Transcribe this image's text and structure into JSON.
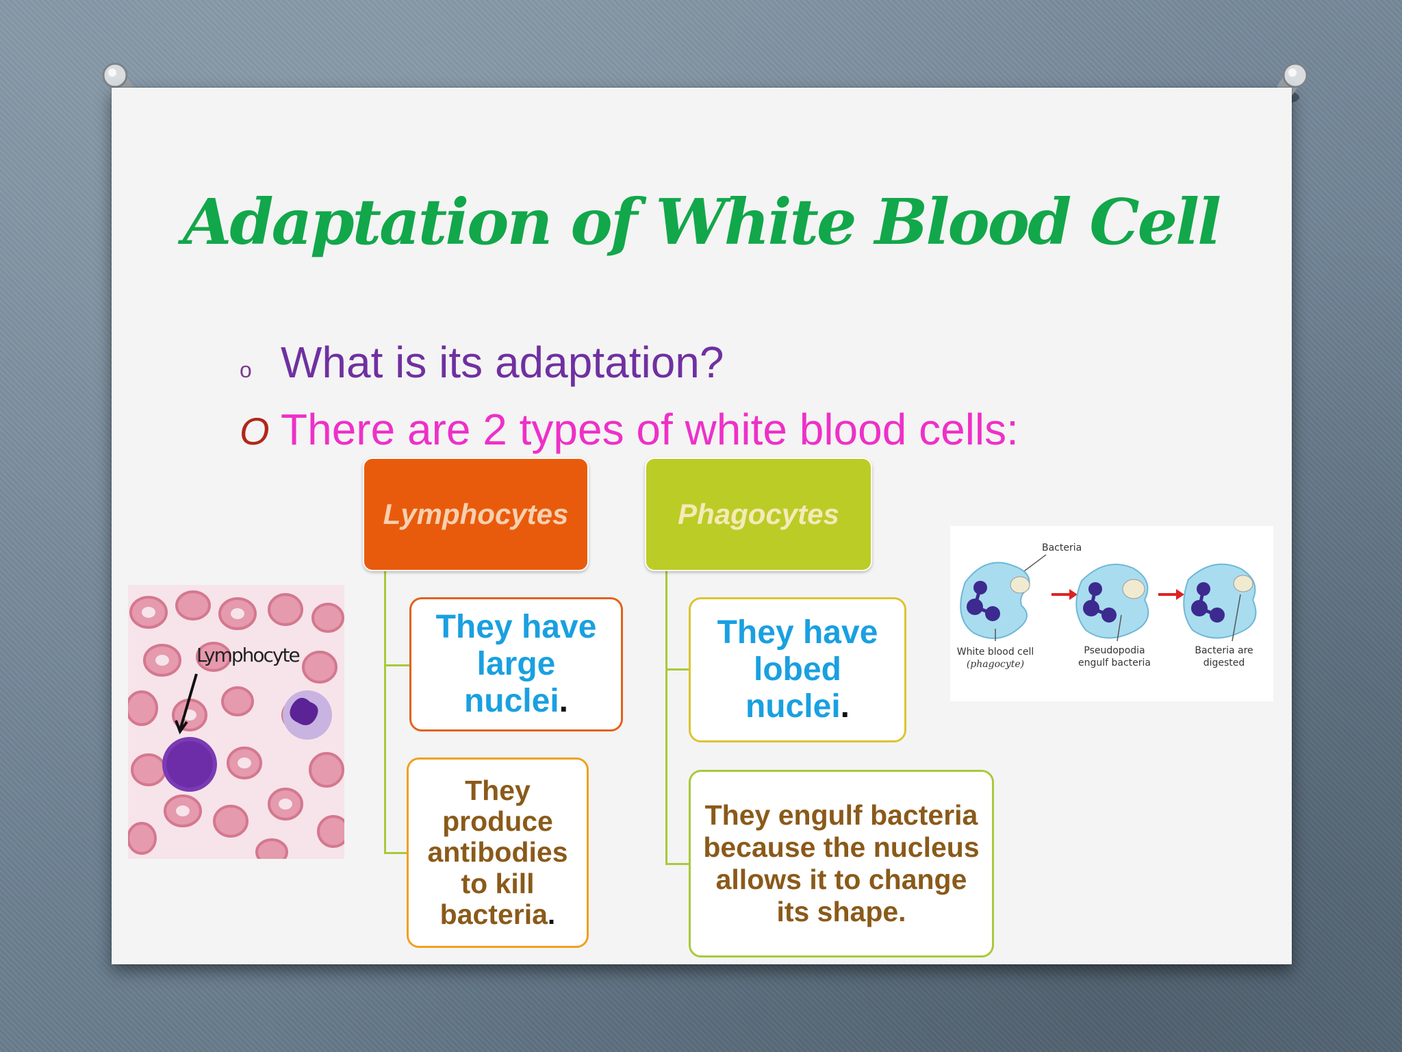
{
  "slide": {
    "title": "Adaptation of White Blood Cell",
    "bullets": [
      {
        "marker": "o",
        "text": "What is its adaptation?"
      },
      {
        "marker": "O",
        "text": "There are 2 types of white blood cells:"
      }
    ]
  },
  "lymphocytes": {
    "header": "Lymphocytes",
    "fact1": {
      "text": "They have large nuclei",
      "end": "."
    },
    "fact2": {
      "text": "They produce antibodies to kill bacteria",
      "end": "."
    }
  },
  "phagocytes": {
    "header": "Phagocytes",
    "fact1": {
      "text": "They have lobed nuclei",
      "end": "."
    },
    "fact2": {
      "text": "They engulf bacteria because the nucleus allows it to change its shape."
    }
  },
  "images": {
    "micrograph": {
      "label": "Lymphocyte"
    },
    "diagram": {
      "bacteria": "Bacteria",
      "cell_line1": "White blood cell",
      "cell_line2": "(phagocyte)",
      "step2_line1": "Pseudopodia",
      "step2_line2": "engulf bacteria",
      "step3_line1": "Bacteria are",
      "step3_line2": "digested"
    }
  },
  "colors": {
    "title": "#12a74a",
    "lymphocyte_header": "#e95b0c",
    "phagocyte_header": "#bccc26",
    "fact_blue": "#1aa0e0",
    "fact_brown": "#8a5a1a"
  }
}
